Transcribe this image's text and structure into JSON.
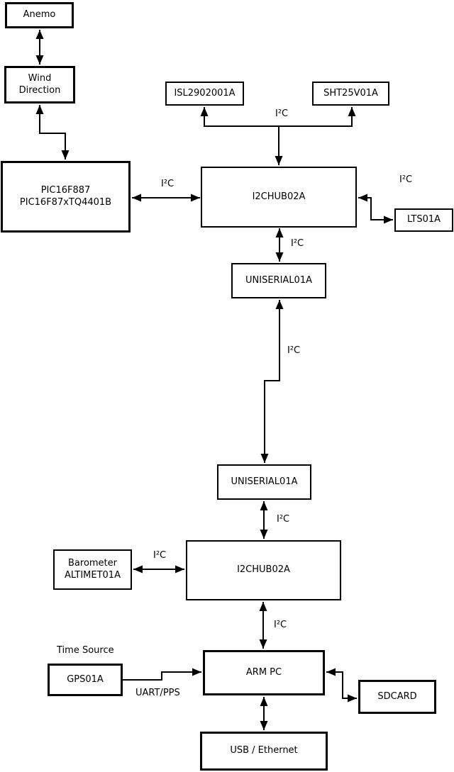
{
  "diagram": {
    "type": "hardware-block-diagram",
    "bus_label": "I²C",
    "time_source_label": "Time Source",
    "uart_pps_label": "UART/PPS",
    "colors": {
      "background": "#ffffff",
      "stroke": "#000000",
      "text": "#000000"
    },
    "nodes": [
      {
        "id": "anemo",
        "lines": [
          "Anemo"
        ]
      },
      {
        "id": "wind-direction",
        "lines": [
          "Wind",
          "Direction"
        ]
      },
      {
        "id": "pic-mcu",
        "lines": [
          "PIC16F887",
          "PIC16F87xTQ4401B"
        ]
      },
      {
        "id": "isl-light-sensor",
        "lines": [
          "ISL2902001A"
        ]
      },
      {
        "id": "sht-humidity-sensor",
        "lines": [
          "SHT25V01A"
        ]
      },
      {
        "id": "i2c-hub-1",
        "lines": [
          "I2CHUB02A"
        ]
      },
      {
        "id": "lts-temp-sensor",
        "lines": [
          "LTS01A"
        ]
      },
      {
        "id": "uniserial-1",
        "lines": [
          "UNISERIAL01A"
        ]
      },
      {
        "id": "uniserial-2",
        "lines": [
          "UNISERIAL01A"
        ]
      },
      {
        "id": "barometer",
        "lines": [
          "Barometer",
          "ALTIMET01A"
        ]
      },
      {
        "id": "i2c-hub-2",
        "lines": [
          "I2CHUB02A"
        ]
      },
      {
        "id": "gps",
        "lines": [
          "GPS01A"
        ]
      },
      {
        "id": "arm-pc",
        "lines": [
          "ARM PC"
        ]
      },
      {
        "id": "sdcard",
        "lines": [
          "SDCARD"
        ]
      },
      {
        "id": "usb-ethernet",
        "lines": [
          "USB / Ethernet"
        ]
      }
    ],
    "edges": [
      {
        "from": "Anemo",
        "to": "Wind Direction",
        "arrows": "both",
        "label": ""
      },
      {
        "from": "Wind Direction",
        "to": "PIC16F887 PIC16F87xTQ4401B",
        "arrows": "both",
        "label": ""
      },
      {
        "from": "PIC16F887 PIC16F87xTQ4401B",
        "to": "I2CHUB02A (top)",
        "arrows": "both",
        "label": "I²C"
      },
      {
        "from": "I2CHUB02A (top)",
        "to": "ISL2902001A / SHT25V01A",
        "arrows": "all-ends-tee",
        "label": "I²C"
      },
      {
        "from": "I2CHUB02A (top)",
        "to": "LTS01A",
        "arrows": "both",
        "label": "I²C"
      },
      {
        "from": "I2CHUB02A (top)",
        "to": "UNISERIAL01A (upper)",
        "arrows": "both",
        "label": "I²C"
      },
      {
        "from": "UNISERIAL01A (upper)",
        "to": "UNISERIAL01A (lower)",
        "arrows": "both",
        "label": "I²C"
      },
      {
        "from": "UNISERIAL01A (lower)",
        "to": "I2CHUB02A (bottom)",
        "arrows": "both",
        "label": "I²C"
      },
      {
        "from": "Barometer ALTIMET01A",
        "to": "I2CHUB02A (bottom)",
        "arrows": "both",
        "label": "I²C"
      },
      {
        "from": "I2CHUB02A (bottom)",
        "to": "ARM PC",
        "arrows": "both",
        "label": "I²C"
      },
      {
        "from": "GPS01A",
        "to": "ARM PC",
        "arrows": "to",
        "label": "UART/PPS"
      },
      {
        "from": "ARM PC",
        "to": "SDCARD",
        "arrows": "both",
        "label": ""
      },
      {
        "from": "ARM PC",
        "to": "USB / Ethernet",
        "arrows": "both",
        "label": ""
      }
    ]
  }
}
